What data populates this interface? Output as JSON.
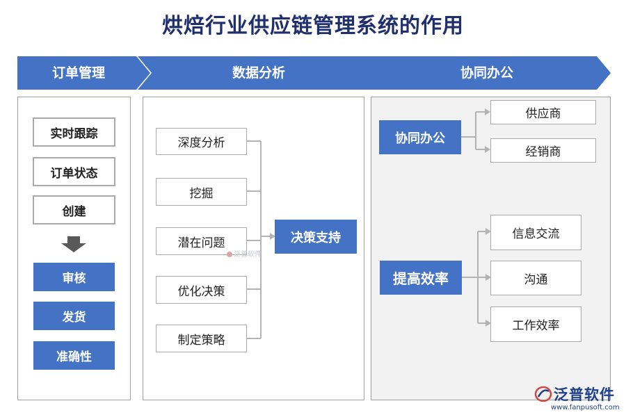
{
  "title": "烘焙行业供应链管理系统的作用",
  "banners": [
    "订单管理",
    "数据分析",
    "协同办公"
  ],
  "order": {
    "steps": [
      "实时跟踪",
      "订单状态",
      "创建"
    ],
    "results": [
      "审核",
      "发货",
      "准确性"
    ]
  },
  "analysis": {
    "items": [
      "深度分析",
      "挖掘",
      "潜在问题",
      "优化决策",
      "制定策略"
    ],
    "target": "决策支持"
  },
  "collab": {
    "hub1": "协同办公",
    "hub1_items": [
      "供应商",
      "经销商"
    ],
    "hub2": "提高效率",
    "hub2_items": [
      "信息交流",
      "沟通",
      "工作效率"
    ]
  },
  "watermark": "泛普软件",
  "logo": {
    "name": "泛普软件",
    "url": "www.fanpusoft.com"
  },
  "colors": {
    "accent": "#4472c4",
    "title": "#1f2f6e",
    "border": "#a9a9a9",
    "panel_fill": "#f2f2f2"
  }
}
